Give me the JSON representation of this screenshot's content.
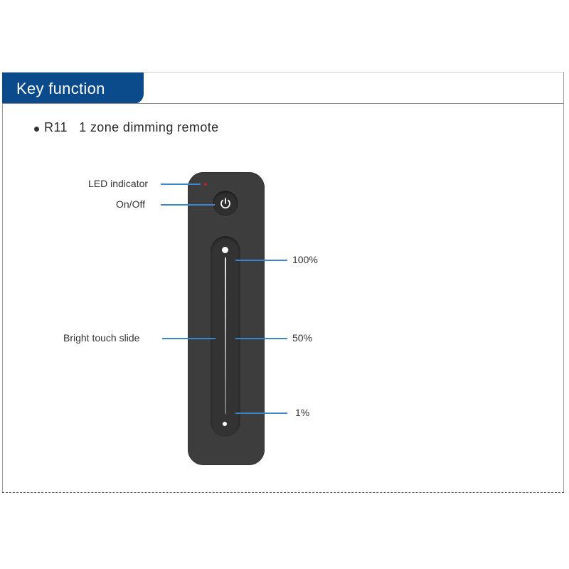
{
  "section_title": "Key function",
  "subtitle": "R11   1 zone dimming remote",
  "labels": {
    "led_indicator": "LED indicator",
    "on_off": "On/Off",
    "bright_touch_slide": "Bright touch slide",
    "level_100": "100%",
    "level_50": "50%",
    "level_1": "1%"
  },
  "colors": {
    "title_bar": "#0b4a8b",
    "callout_line": "#3a86d0",
    "remote_body": "#3d3d3d",
    "led": "#c0202a"
  },
  "icons": [
    "power-icon",
    "bullet-icon"
  ]
}
